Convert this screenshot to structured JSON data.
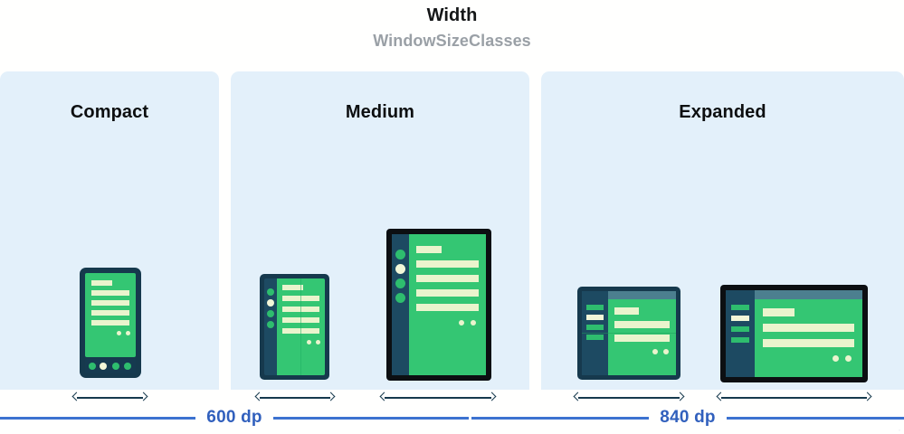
{
  "header": {
    "title": "Width",
    "subtitle": "WindowSizeClasses"
  },
  "panels": [
    {
      "key": "compact",
      "label": "Compact",
      "devices": [
        "phone-portrait"
      ],
      "size_arrows": 1
    },
    {
      "key": "medium",
      "label": "Medium",
      "devices": [
        "foldable-portrait",
        "tablet-portrait"
      ],
      "size_arrows": 2
    },
    {
      "key": "expanded",
      "label": "Expanded",
      "devices": [
        "foldable-landscape",
        "tablet-landscape"
      ],
      "size_arrows": 2
    }
  ],
  "rulers": [
    {
      "key": "600",
      "label": "600 dp"
    },
    {
      "key": "840",
      "label": "840 dp"
    }
  ],
  "colors": {
    "panel_background": "#e3f0fa",
    "screen_green": "#34c673",
    "content_bar": "#eaf4cd",
    "frame_navy": "#16394d",
    "frame_black": "#0c0f12",
    "rail_navy": "#1d4a62",
    "ruler_blue": "#3c72d0",
    "title_text": "#141617",
    "subtitle_text": "#9aa0a6",
    "accent_cream": "#f2f7d8"
  },
  "watermark": "▫"
}
